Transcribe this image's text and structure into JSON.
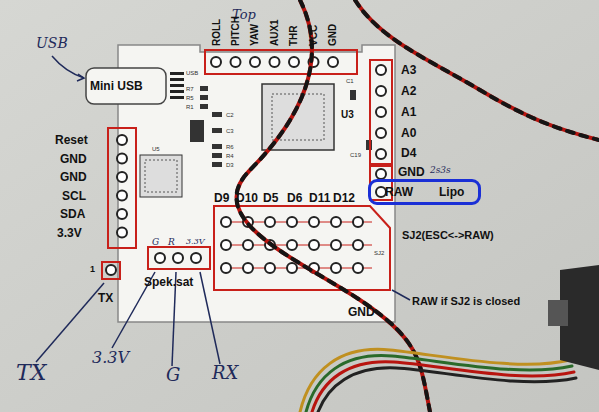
{
  "diagram": {
    "nodes": [
      {
        "text": [
          "RAW",
          "Lipo"
        ]
      }
    ],
    "labels": [
      "Top",
      "USB",
      "ROLL",
      "PITCH",
      "YAW",
      "AUX1",
      "THR",
      "VCC",
      "GND",
      "Mini USB",
      "USB",
      "R7",
      "R5",
      "R1",
      "C2",
      "C3",
      "R6",
      "R4",
      "D3",
      "C19",
      "C1",
      "U3",
      "U5",
      "A3",
      "A2",
      "A1",
      "A0",
      "D4",
      "GND",
      "2s3s",
      "Reset",
      "GND",
      "GND",
      "SCL",
      "SDA",
      "3.3V",
      "D9",
      "D10",
      "D5",
      "D6",
      "D11",
      "D12",
      "SJ2(ESC<->RAW)",
      "SJ2",
      "RAW if SJ2 is closed",
      "GND",
      "1",
      "TX",
      "G",
      "R",
      "3.3V",
      "Spek.sat",
      "TX",
      "3.3V",
      "G",
      "RX"
    ]
  }
}
